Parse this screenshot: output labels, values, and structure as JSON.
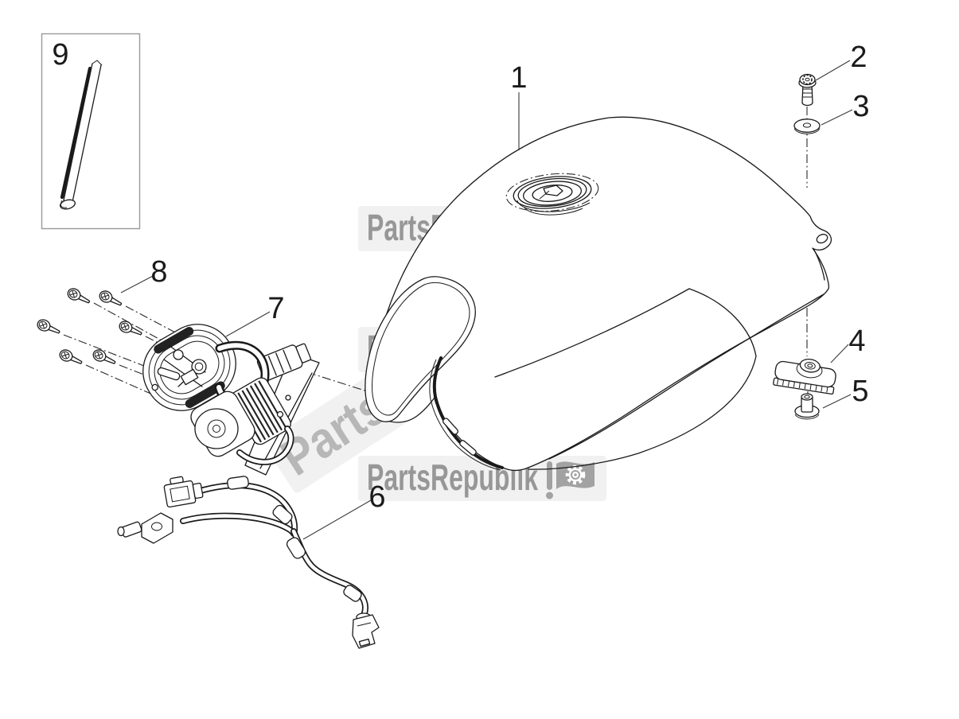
{
  "colors": {
    "background": "#ffffff",
    "ink": "#1a1a1a",
    "leader": "#3a3a3a",
    "watermark_text": "#979797",
    "watermark_flag": "#a2a2a2",
    "watermark_diagonal": "#adadad",
    "box_border": "#9a9a9a"
  },
  "watermark": {
    "text": "PartsRepublik"
  },
  "callouts": [
    {
      "number": "1"
    },
    {
      "number": "2"
    },
    {
      "number": "3"
    },
    {
      "number": "4"
    },
    {
      "number": "5"
    },
    {
      "number": "6"
    },
    {
      "number": "7"
    },
    {
      "number": "8"
    },
    {
      "number": "9"
    }
  ]
}
